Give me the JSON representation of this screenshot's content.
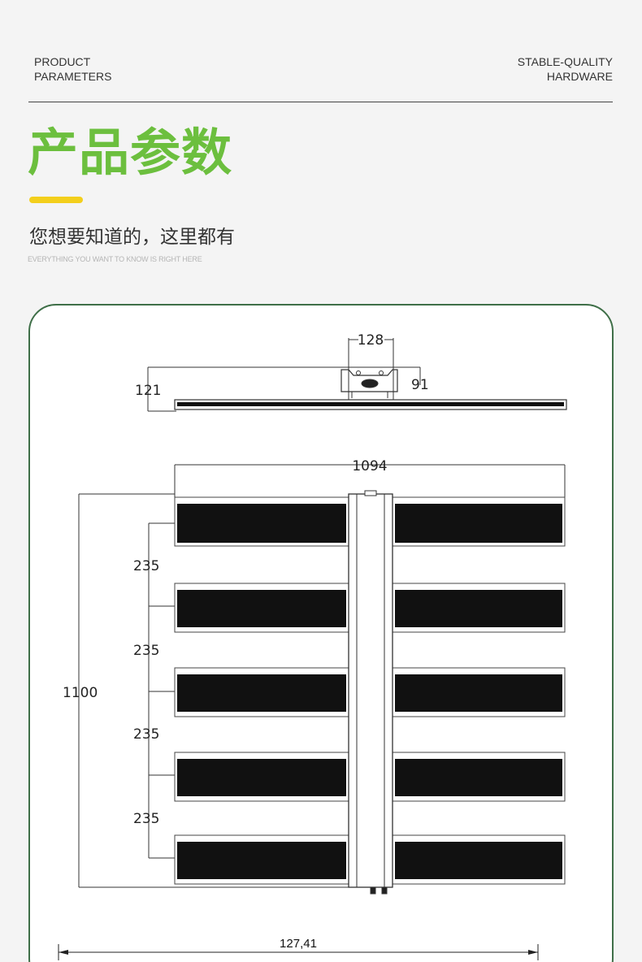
{
  "header": {
    "left_line1": "PRODUCT",
    "left_line2": "PARAMETERS",
    "right_line1": "STABLE-QUALITY",
    "right_line2": "HARDWARE"
  },
  "section": {
    "title": "产品参数",
    "subtitle": "您想要知道的，这里都有",
    "subtitle_en": "EVERYTHING YOU WANT TO KNOW IS RIGHT HERE"
  },
  "drawing": {
    "side_view": {
      "width_label": "128",
      "height_label": "121",
      "depth_label": "91"
    },
    "front_view": {
      "length_label": "1094",
      "height_label": "1100",
      "spacing_labels": [
        "235",
        "235",
        "235",
        "235"
      ]
    },
    "bottom_label": "127,41"
  },
  "colors": {
    "accent_green": "#6cbf3e",
    "accent_yellow": "#f3cf1c",
    "frame_green": "#3f6f48"
  }
}
